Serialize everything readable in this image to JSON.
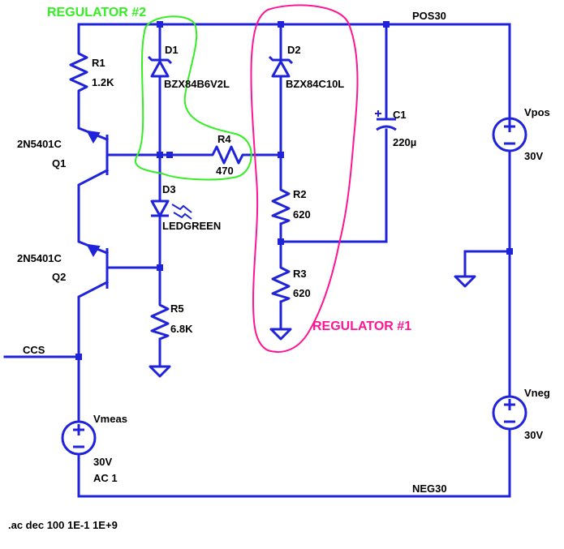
{
  "colors": {
    "wire": "#1f23d9",
    "label": "#000000",
    "regulator_1": "#ff1493",
    "regulator_2": "#33ee22"
  },
  "nets": {
    "pos": "POS30",
    "neg": "NEG30",
    "ccs": "CCS"
  },
  "annotations": {
    "regulator_1": "REGULATOR #1",
    "regulator_2": "REGULATOR #2"
  },
  "components": {
    "r1": {
      "ref": "R1",
      "value": "1.2K"
    },
    "r2": {
      "ref": "R2",
      "value": "620"
    },
    "r3": {
      "ref": "R3",
      "value": "620"
    },
    "r4": {
      "ref": "R4",
      "value": "470"
    },
    "r5": {
      "ref": "R5",
      "value": "6.8K"
    },
    "d1": {
      "ref": "D1",
      "value": "BZX84B6V2L"
    },
    "d2": {
      "ref": "D2",
      "value": "BZX84C10L"
    },
    "d3": {
      "ref": "D3",
      "value": "LEDGREEN"
    },
    "c1": {
      "ref": "C1",
      "value": "220µ"
    },
    "q1": {
      "ref": "Q1",
      "model": "2N5401C"
    },
    "q2": {
      "ref": "Q2",
      "model": "2N5401C"
    },
    "vpos": {
      "ref": "Vpos",
      "value": "30V"
    },
    "vneg": {
      "ref": "Vneg",
      "value": "30V"
    },
    "vmeas": {
      "ref": "Vmeas",
      "value": "30V",
      "ac": "AC 1"
    }
  },
  "directive": ".ac dec 100 1E-1 1E+9"
}
